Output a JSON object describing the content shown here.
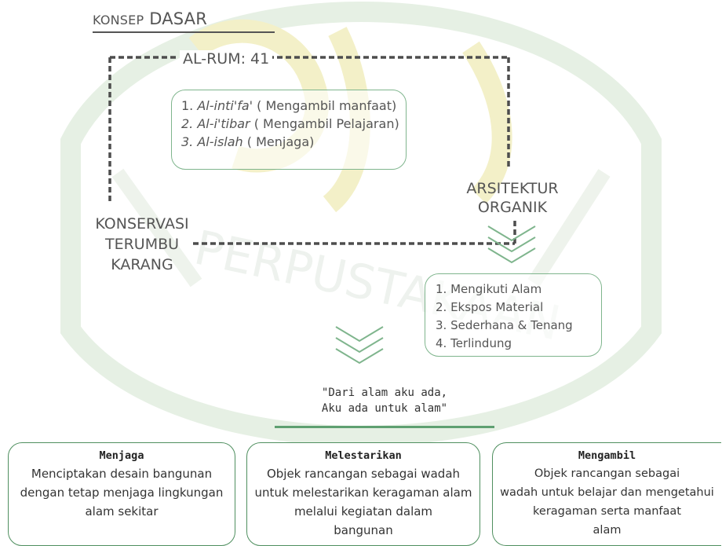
{
  "header": {
    "title_prefix": "KONSEP",
    "title_main": "DASAR"
  },
  "ayat": "AL-RUM: 41",
  "principles": [
    {
      "term": "Al-inti'fa'",
      "num": "1.",
      "rest": " ( Mengambil manfaat)"
    },
    {
      "term": "Al-i'tibar",
      "num": "2.",
      "rest": " ( Mengambil Pelajaran)"
    },
    {
      "term": "Al-islah",
      "num": "3.",
      "rest": " ( Menjaga)"
    }
  ],
  "arsitektur": {
    "line1": "ARSITEKTUR",
    "line2": "ORGANIK"
  },
  "konservasi": {
    "line1": "KONSERVASI",
    "line2": "TERUMBU KARANG"
  },
  "organic_principles": [
    "1. Mengikuti Alam",
    "2. Ekspos Material",
    "3. Sederhana & Tenang",
    "4. Terlindung"
  ],
  "quote": {
    "line1": "\"Dari alam aku ada,",
    "line2": "Aku ada untuk alam\""
  },
  "cards": [
    {
      "title": "Menjaga",
      "lines": [
        "Menciptakan desain bangunan",
        "dengan tetap menjaga lingkungan",
        "alam sekitar"
      ]
    },
    {
      "title": "Melestarikan",
      "lines": [
        "Objek rancangan sebagai wadah",
        "untuk melestarikan keragaman alam",
        "melalui kegiatan dalam",
        "bangunan"
      ]
    },
    {
      "title": "Mengambil",
      "lines": [
        "Objek rancangan sebagai",
        "wadah untuk belajar dan mengetahui",
        "keragaman serta manfaat",
        "alam"
      ]
    }
  ],
  "colors": {
    "accent_green": "#5fa071",
    "box_border": "#7fb58d",
    "watermark_green": "#d9ead6",
    "watermark_yellow": "#f3f0c8"
  }
}
